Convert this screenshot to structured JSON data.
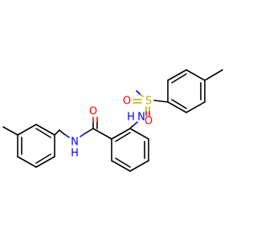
{
  "molecule": {
    "colors": {
      "bond": "#000000",
      "O": "#ff0000",
      "N": "#0000ff",
      "S": "#b3b300"
    },
    "labels": {
      "o_amide": "O",
      "n_amide": "N",
      "h_amide": "H",
      "n_sulfonamide": "N",
      "h_sulfonamide": "H",
      "s": "S",
      "o_s_left": "O",
      "o_s_bottom": "O"
    }
  }
}
